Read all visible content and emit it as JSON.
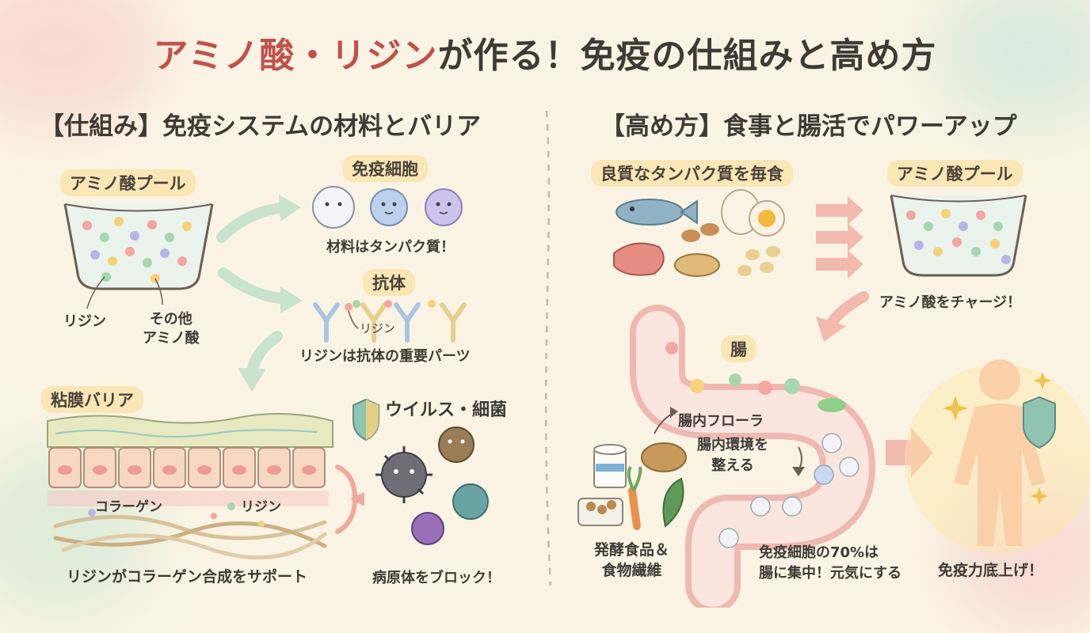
{
  "title_a": "アミノ酸・リジン",
  "title_b": "が作る！免疫の仕組みと高め方",
  "left": {
    "heading": "【仕組み】免疫システムの材料とバリア",
    "pool_label": "アミノ酸プール",
    "lysine_label": "リジン",
    "other_label_1": "その他",
    "other_label_2": "アミノ酸",
    "immune_cells_label": "免疫細胞",
    "immune_cells_caption": "材料はタンパク質！",
    "antibody_label": "抗体",
    "antibody_lysine_label": "リジン",
    "antibody_caption": "リジンは抗体の重要パーツ",
    "mucosa_label": "粘膜バリア",
    "collagen_label": "コラーゲン",
    "mucosa_lysine_label": "リジン",
    "mucosa_caption": "リジンがコラーゲン合成をサポート",
    "virus_label": "ウイルス・細菌",
    "block_caption": "病原体をブロック！"
  },
  "right": {
    "heading": "【高め方】食事と腸活でパワーアップ",
    "protein_label": "良質なタンパク質を毎食",
    "pool_label": "アミノ酸プール",
    "charge_caption": "アミノ酸をチャージ！",
    "gut_label": "腸",
    "flora_label": "腸内フローラ",
    "env_label_1": "腸内環境を",
    "env_label_2": "整える",
    "ferment_label_1": "発酵食品＆",
    "ferment_label_2": "食物繊維",
    "gut_caption_1": "免疫細胞の70%は",
    "gut_caption_2": "腸に集中！元気にする",
    "boost_caption": "免疫力底上げ！"
  },
  "colors": {
    "title": "#c1514c",
    "text": "#3f3a35",
    "pill": "#fbe7b6",
    "arrow_green": "#c9e3cf",
    "arrow_pink": "#f2b9ae",
    "shield": "#8fc4b2"
  }
}
